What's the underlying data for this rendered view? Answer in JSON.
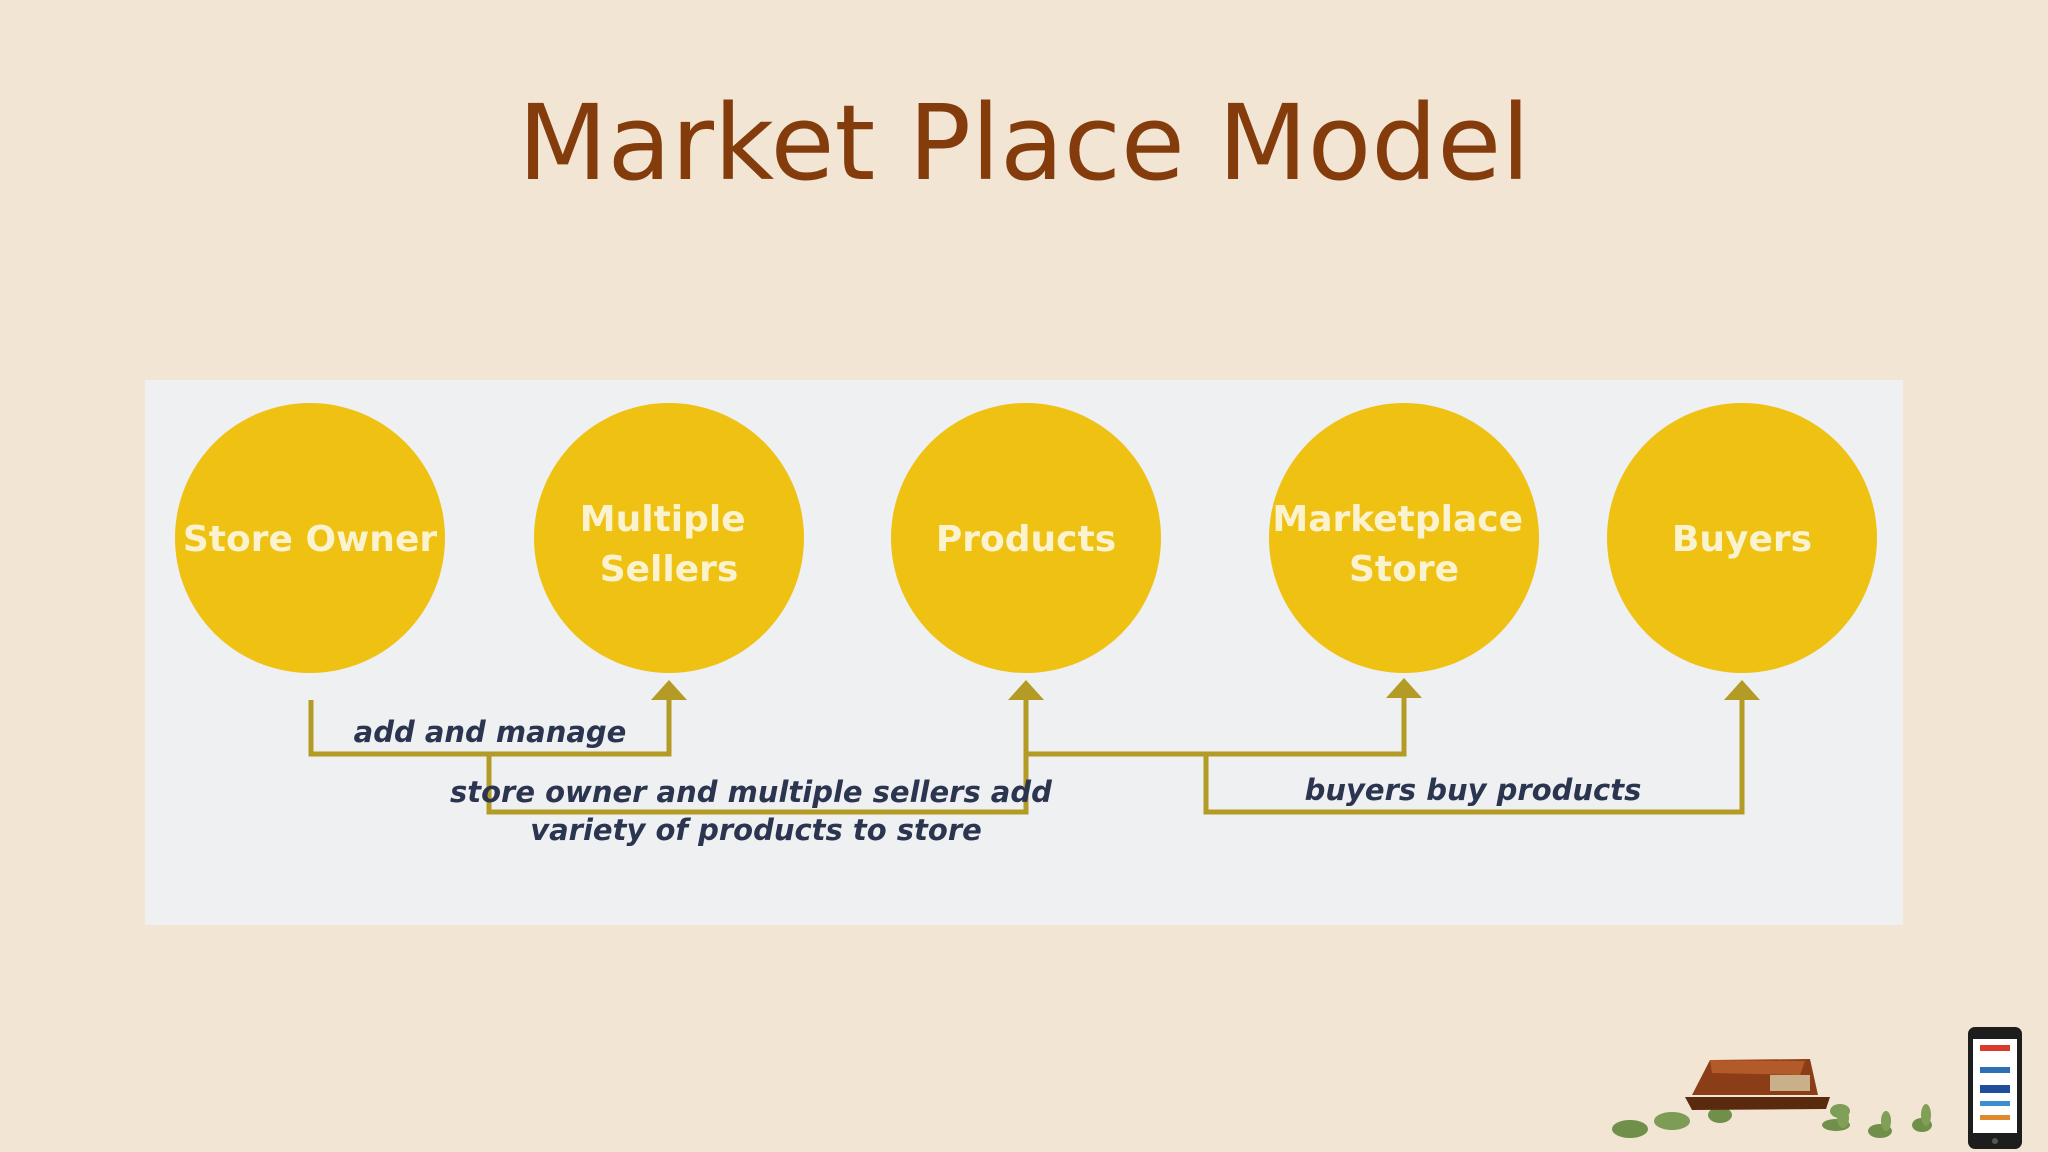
{
  "title": "Market Place Model",
  "colors": {
    "background": "#f3e5d4",
    "title": "#843c0c",
    "panel": "#eef0f2",
    "node_fill": "#eec113",
    "node_text": "#fbf3cf",
    "connector": "#b39b26",
    "edge_text": "#2c3550"
  },
  "nodes": [
    {
      "lines": [
        "Store Owner"
      ]
    },
    {
      "lines": [
        "Multiple",
        "Sellers"
      ]
    },
    {
      "lines": [
        "Products"
      ]
    },
    {
      "lines": [
        "Marketplace",
        "Store"
      ]
    },
    {
      "lines": [
        "Buyers"
      ]
    }
  ],
  "edges": [
    {
      "from": "Store Owner",
      "to": "Multiple Sellers",
      "lines": [
        "add and manage"
      ]
    },
    {
      "from": "Store Owner + Multiple Sellers",
      "to": "Products",
      "lines": [
        "store owner and multiple sellers add",
        "variety of products to store"
      ]
    },
    {
      "from": "Products",
      "to": "Marketplace Store",
      "lines": []
    },
    {
      "from": "Products",
      "to": "Buyers",
      "lines": [
        "buyers buy products"
      ]
    }
  ],
  "decor": {
    "wallet": "wallet-icon",
    "coins": "money-icon",
    "phone": "mobile-phone-icon"
  }
}
